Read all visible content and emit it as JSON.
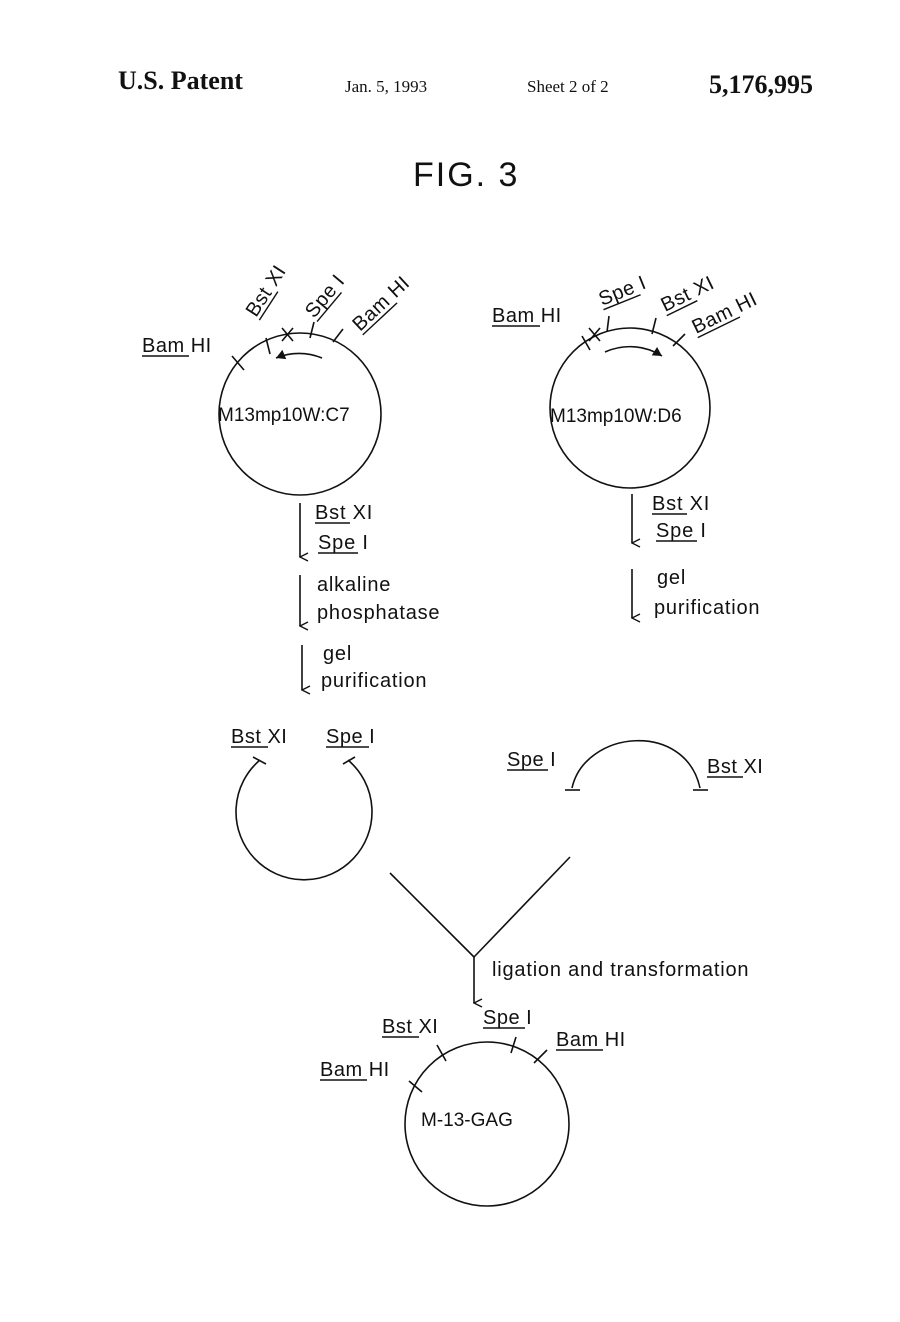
{
  "header": {
    "left": "U.S. Patent",
    "date": "Jan. 5, 1993",
    "sheet": "Sheet 2 of 2",
    "number": "5,176,995"
  },
  "figure": {
    "title": "FIG. 3",
    "plasmid_c7": {
      "name": "M13mp10W:C7",
      "sites": [
        {
          "enzyme": "Bam",
          "suffix": "HI"
        },
        {
          "enzyme": "Bst",
          "suffix": "XI"
        },
        {
          "enzyme": "Spe",
          "suffix": "I"
        },
        {
          "enzyme": "Bam",
          "suffix": "HI"
        }
      ],
      "steps": [
        {
          "line1_enzyme": "Bst",
          "line1_suffix": "XI",
          "line2_enzyme": "Spe",
          "line2_suffix": "I"
        },
        {
          "line1": "alkaline",
          "line2": "phosphatase"
        },
        {
          "line1": "gel",
          "line2": "purification"
        }
      ]
    },
    "plasmid_d6": {
      "name": "M13mp10W:D6",
      "sites": [
        {
          "enzyme": "Bam",
          "suffix": "HI"
        },
        {
          "enzyme": "Spe",
          "suffix": "I"
        },
        {
          "enzyme": "Bst",
          "suffix": "XI"
        },
        {
          "enzyme": "Bam",
          "suffix": "HI"
        }
      ],
      "steps": [
        {
          "line1_enzyme": "Bst",
          "line1_suffix": "XI",
          "line2_enzyme": "Spe",
          "line2_suffix": "I"
        },
        {
          "line1": "gel",
          "line2": "purification"
        }
      ]
    },
    "vector_fragment": {
      "left": {
        "enzyme": "Bst",
        "suffix": "XI"
      },
      "right": {
        "enzyme": "Spe",
        "suffix": "I"
      }
    },
    "insert_fragment": {
      "left": {
        "enzyme": "Spe",
        "suffix": "I"
      },
      "right": {
        "enzyme": "Bst",
        "suffix": "XI"
      }
    },
    "ligation_step": "ligation and transformation",
    "product": {
      "name": "M-13-GAG",
      "sites": [
        {
          "enzyme": "Bam",
          "suffix": "HI"
        },
        {
          "enzyme": "Bst",
          "suffix": "XI"
        },
        {
          "enzyme": "Spe",
          "suffix": "I"
        },
        {
          "enzyme": "Bam",
          "suffix": "HI"
        }
      ]
    }
  }
}
